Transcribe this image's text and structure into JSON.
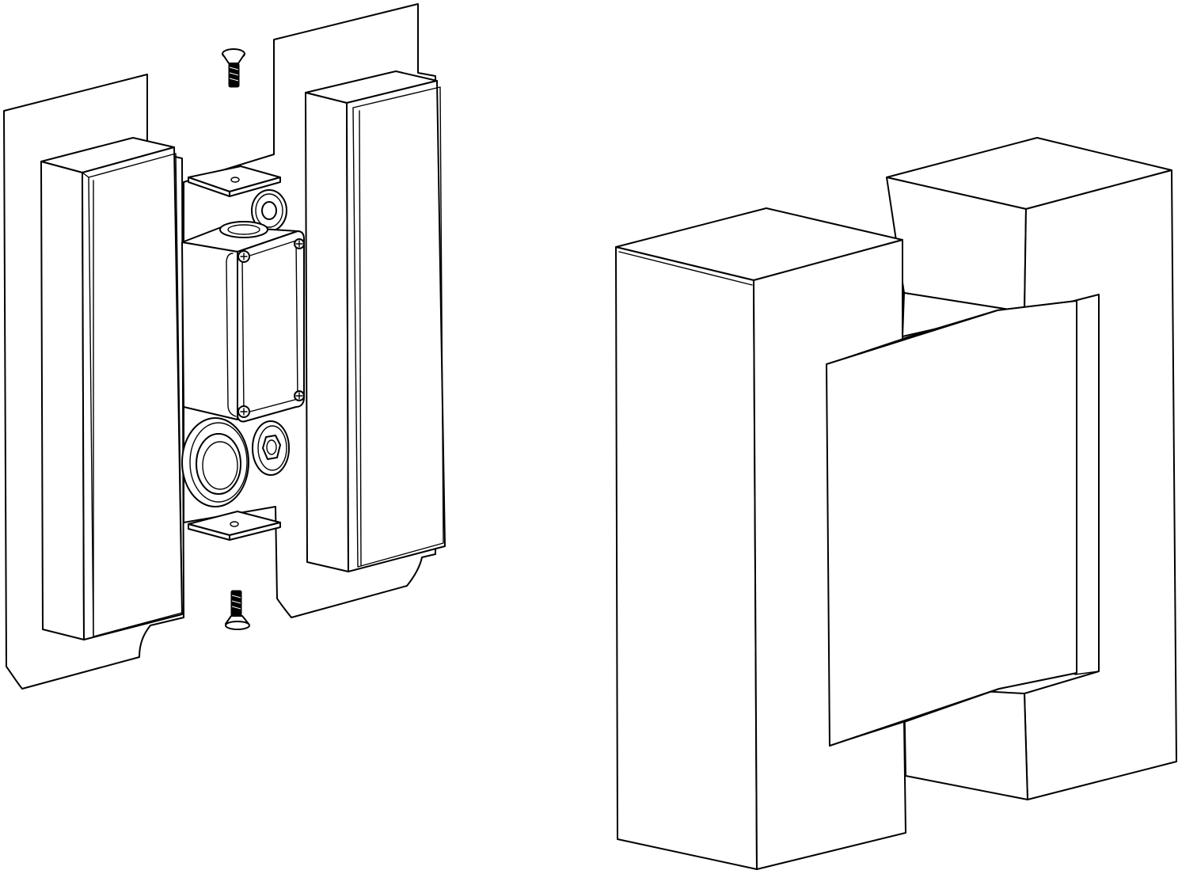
{
  "figure": {
    "kind": "exploded-isometric-line-drawing",
    "line_color": "#000000",
    "background_color": "#ffffff",
    "parts_left": [
      "screw-top",
      "screw-bottom",
      "left-mounting-plate",
      "right-mounting-plate",
      "left-bar",
      "right-bar",
      "top-bracket",
      "bottom-bracket",
      "junction-box",
      "cable-gland-large",
      "cable-gland-small",
      "top-washer"
    ],
    "parts_right": [
      "front-c-block",
      "rear-c-block"
    ]
  }
}
